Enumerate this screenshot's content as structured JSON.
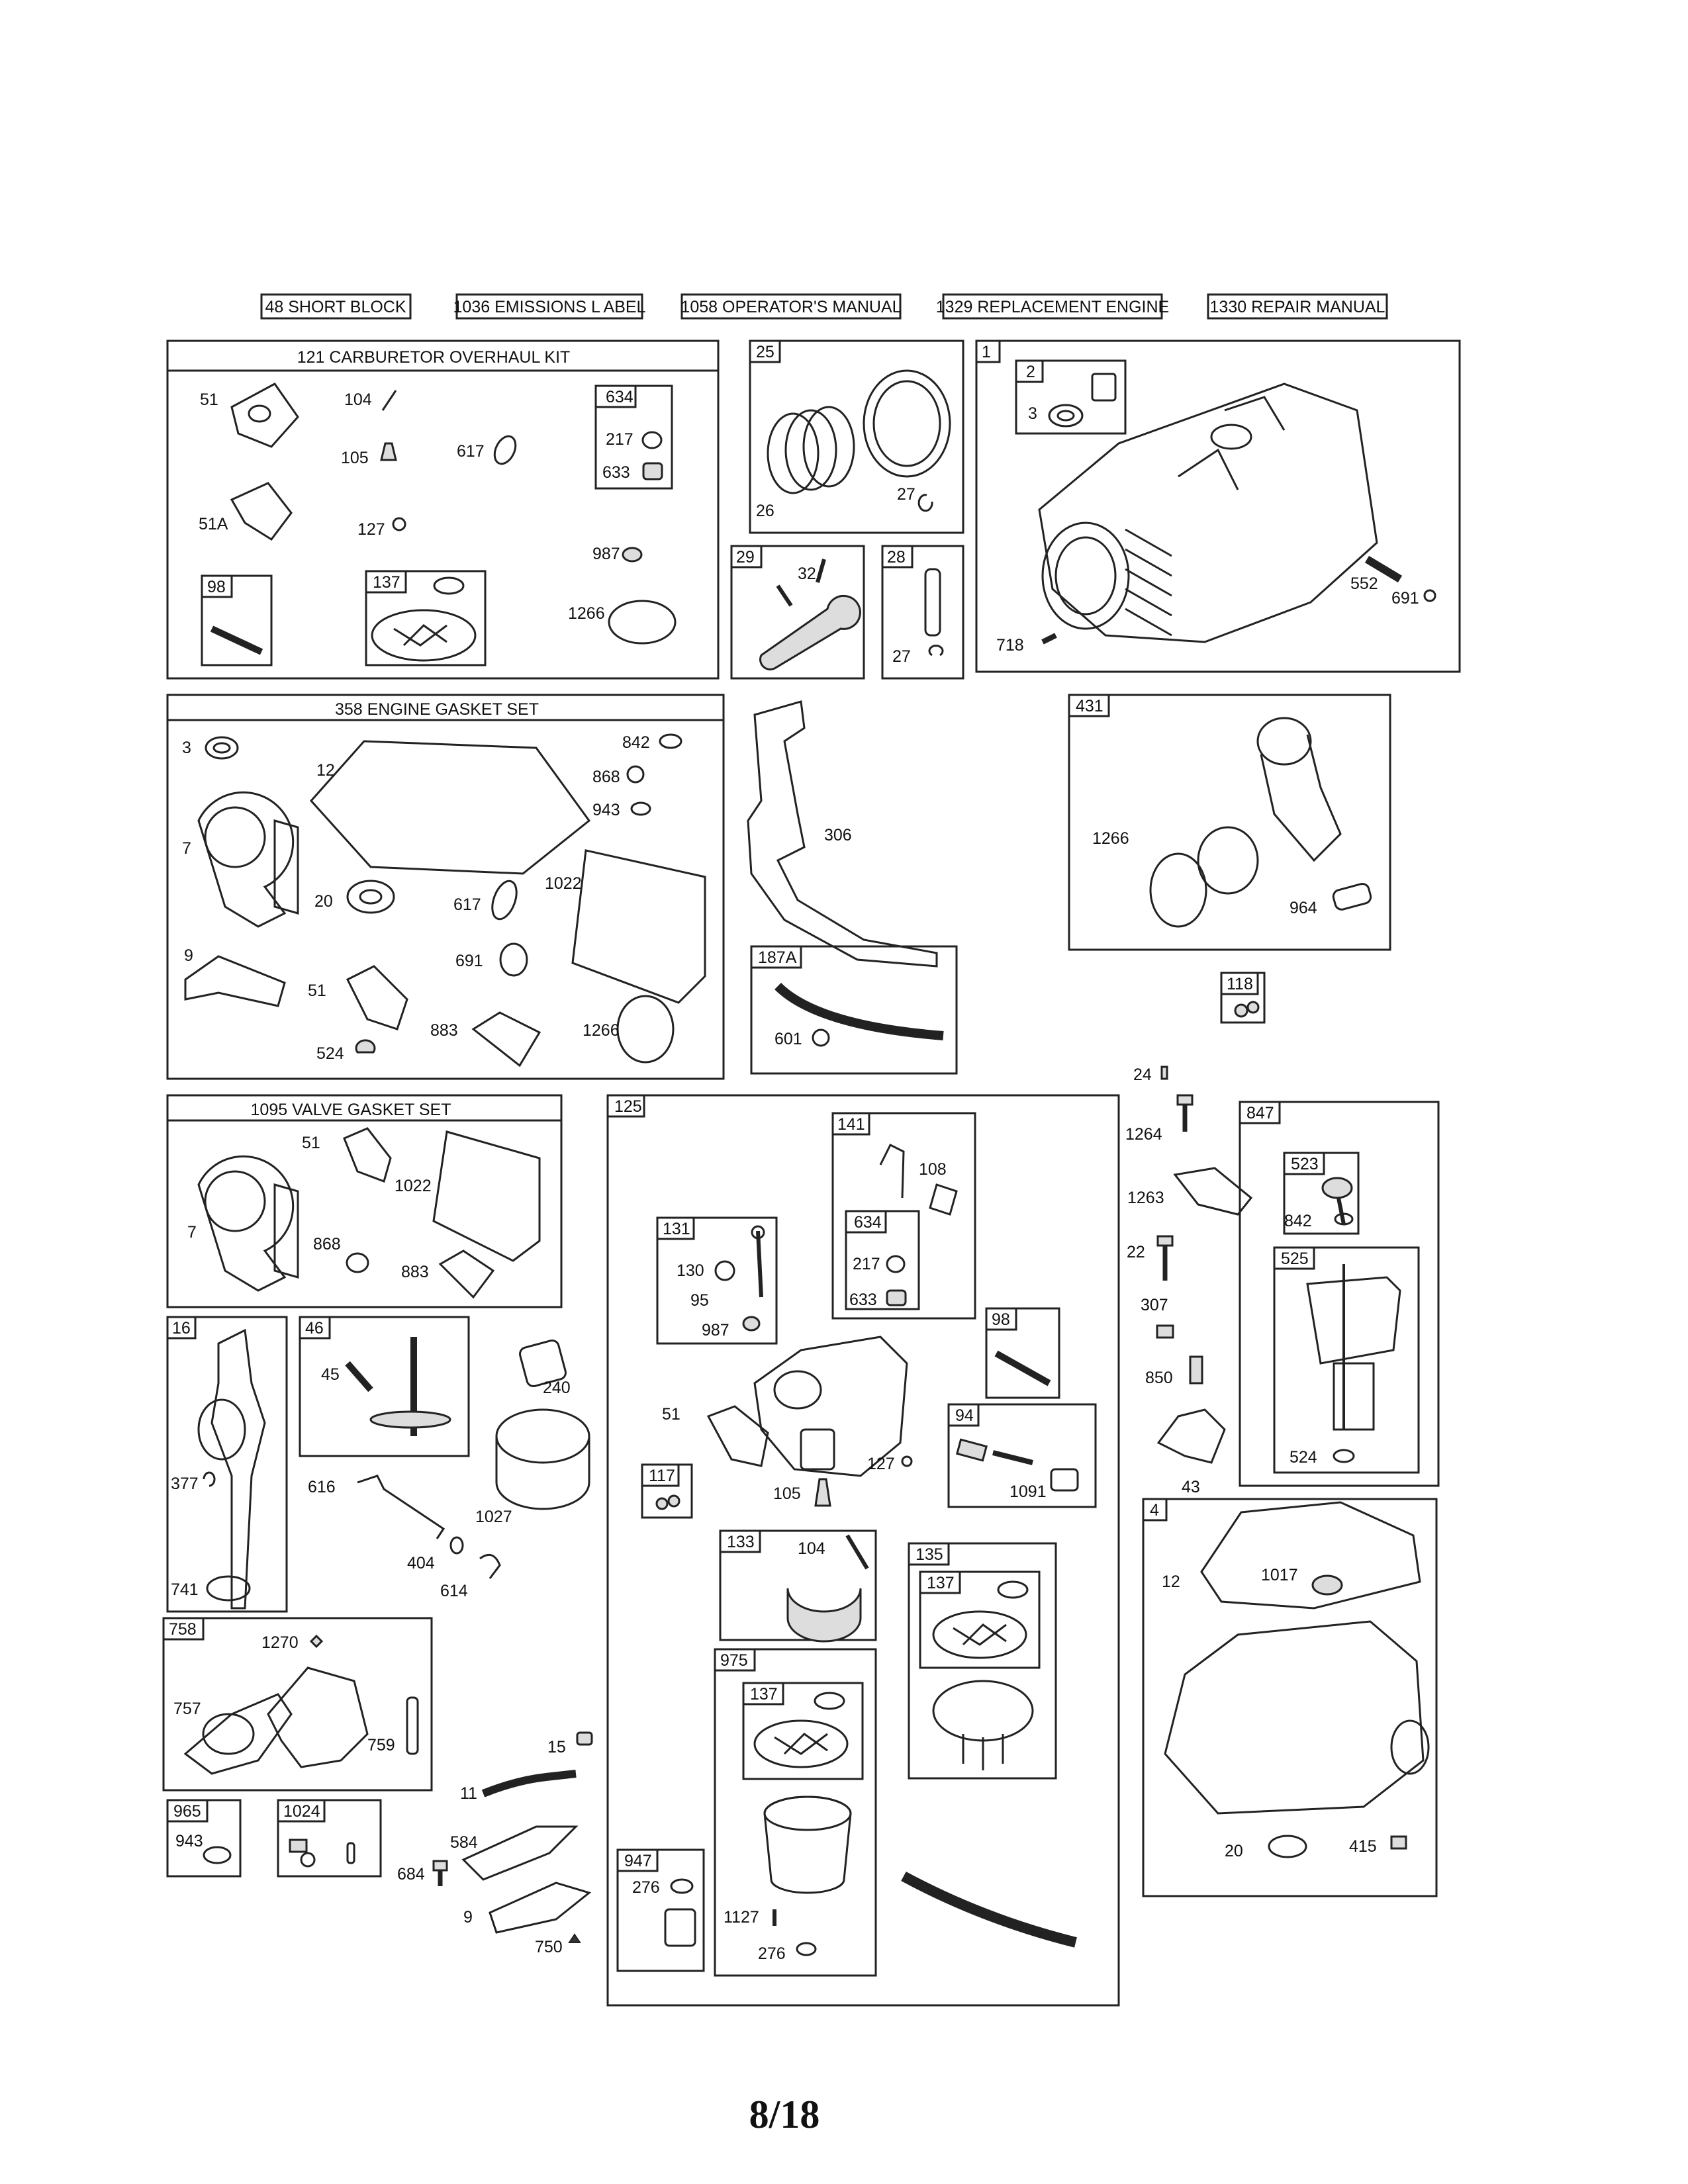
{
  "kits": [
    {
      "num": "48",
      "name": "SHORT BLOCK"
    },
    {
      "num": "1036",
      "name": "EMISSIONS L ABEL"
    },
    {
      "num": "1058",
      "name": "OPERATOR'S MANUAL"
    },
    {
      "num": "1329",
      "name": "REPLACEMENT ENGINE"
    },
    {
      "num": "1330",
      "name": "REPAIR MANUAL"
    }
  ],
  "groups": {
    "carb_kit": "121 CARBURETOR OVERHAUL KIT",
    "engine_gasket": "358 ENGINE GASKET SET",
    "valve_gasket": "1095 VALVE GASKET SET"
  },
  "tags": {
    "t634a": "634",
    "t98a": "98",
    "t137a": "137",
    "t25": "25",
    "t29": "29",
    "t28": "28",
    "t1": "1",
    "t2": "2",
    "t431": "431",
    "t187a": "187A",
    "t118": "118",
    "t125": "125",
    "t141": "141",
    "t131": "131",
    "t634b": "634",
    "t98b": "98",
    "t94": "94",
    "t117": "117",
    "t133": "133",
    "t135": "135",
    "t137b": "137",
    "t975": "975",
    "t137c": "137",
    "t947": "947",
    "t847": "847",
    "t523": "523",
    "t525": "525",
    "t4": "4",
    "t16": "16",
    "t46": "46",
    "t758": "758",
    "t965": "965",
    "t1024": "1024"
  },
  "labels": {
    "c51": "51",
    "c104": "104",
    "c105": "105",
    "c617": "617",
    "c217": "217",
    "c633": "633",
    "c51a": "51A",
    "c127": "127",
    "c987": "987",
    "c1266": "1266",
    "p26": "26",
    "p27": "27",
    "r32": "32",
    "r27": "27",
    "b3": "3",
    "b552": "552",
    "b691": "691",
    "b718": "718",
    "g3": "3",
    "g12": "12",
    "g842": "842",
    "g868": "868",
    "g943": "943",
    "g7": "7",
    "g1022": "1022",
    "g20": "20",
    "g617": "617",
    "g9": "9",
    "g691": "691",
    "g51": "51",
    "g883": "883",
    "g1266": "1266",
    "g524": "524",
    "s306": "306",
    "a1266": "1266",
    "a964": "964",
    "h601": "601",
    "x24": "24",
    "v51": "51",
    "v1022": "1022",
    "v7": "7",
    "v868": "868",
    "v883": "883",
    "k108": "108",
    "k217": "217",
    "k633": "633",
    "k130": "130",
    "k95": "95",
    "k987": "987",
    "k51": "51",
    "k127": "127",
    "k1091": "1091",
    "k105": "105",
    "k104": "104",
    "k1127": "1127",
    "k276a": "276",
    "k276b": "276",
    "m1264": "1264",
    "m1263": "1263",
    "m22": "22",
    "m307": "307",
    "m850": "850",
    "m43": "43",
    "d842": "842",
    "d524": "524",
    "o12": "12",
    "o1017": "1017",
    "o20": "20",
    "o415": "415",
    "f377": "377",
    "f741": "741",
    "f45": "45",
    "f240": "240",
    "f616": "616",
    "f1027": "1027",
    "f404": "404",
    "f614": "614",
    "f1270": "1270",
    "f757": "757",
    "f759": "759",
    "f15": "15",
    "f11": "11",
    "f943": "943",
    "f684": "684",
    "f584": "584",
    "f9": "9",
    "f750": "750"
  },
  "page_number": "8/18"
}
